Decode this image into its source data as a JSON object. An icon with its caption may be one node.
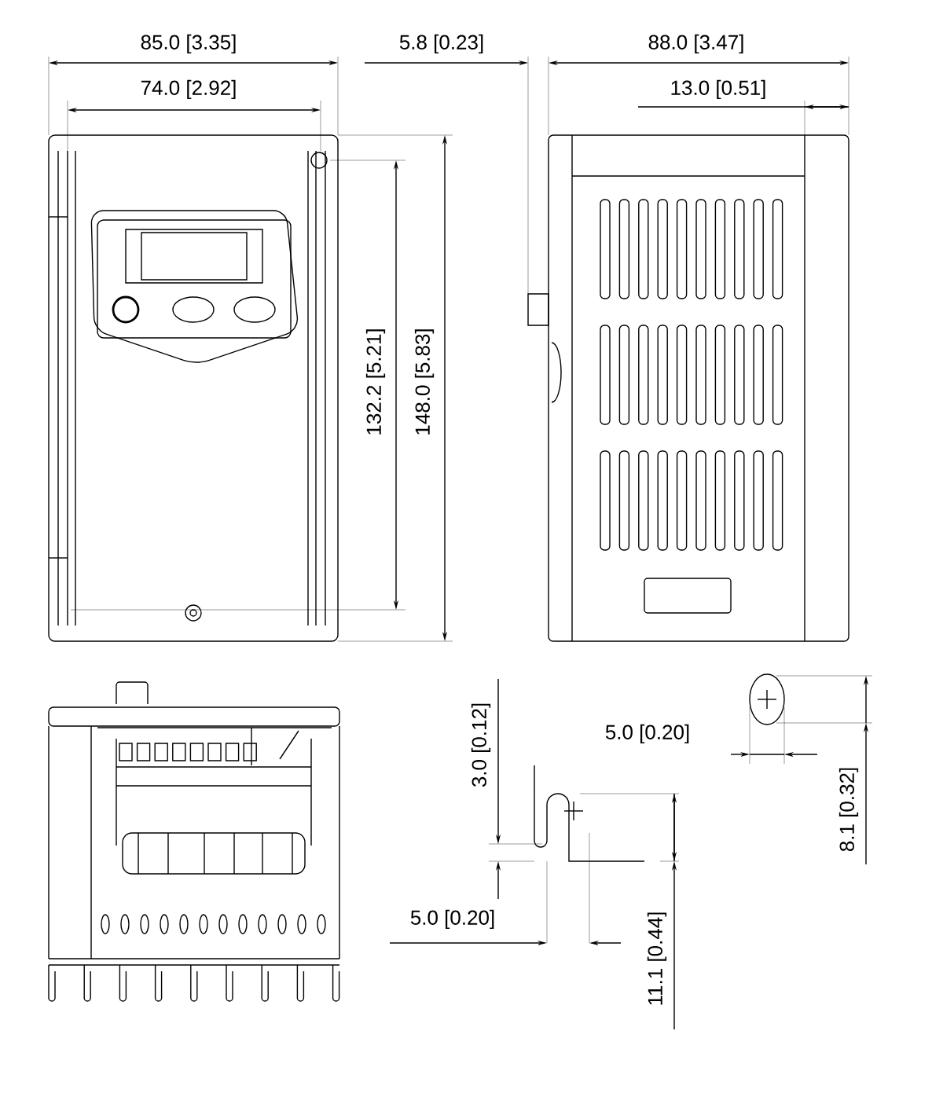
{
  "diagram": {
    "labels": [
      "85.0 [3.35]",
      "5.8 [0.23]",
      "88.0 [3.47]",
      "74.0 [2.92]",
      "13.0 [0.51]",
      "132.2 [5.21]",
      "148.0 [5.83]",
      "3.0 [0.12]",
      "5.0 [0.20]",
      "8.1 [0.32]",
      "5.0 [0.20]",
      "11.1 [0.44]"
    ]
  }
}
